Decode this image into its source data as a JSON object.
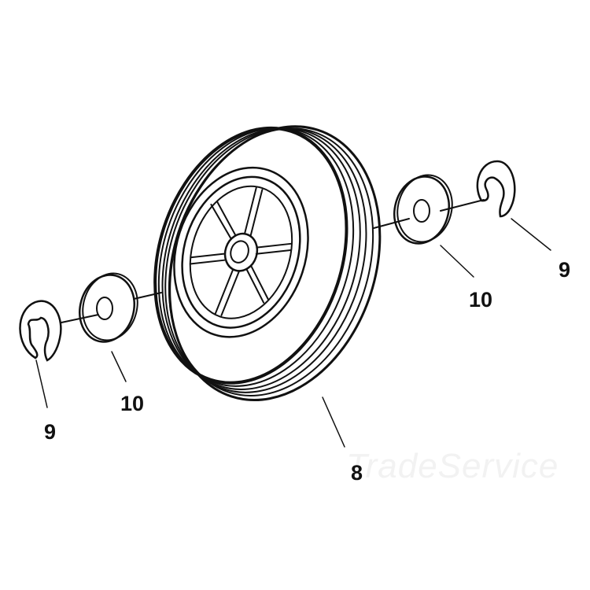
{
  "diagram": {
    "type": "exploded-parts-view",
    "watermark": "TradeService",
    "parts": [
      {
        "id": "wheel",
        "callout": "8",
        "name": "wheel"
      },
      {
        "id": "e-clip-left",
        "callout": "9",
        "name": "e-clip"
      },
      {
        "id": "e-clip-right",
        "callout": "9",
        "name": "e-clip"
      },
      {
        "id": "washer-left",
        "callout": "10",
        "name": "washer"
      },
      {
        "id": "washer-right",
        "callout": "10",
        "name": "washer"
      }
    ],
    "colors": {
      "line": "#111111",
      "background": "#ffffff",
      "watermark": "#f2f2f2"
    }
  }
}
